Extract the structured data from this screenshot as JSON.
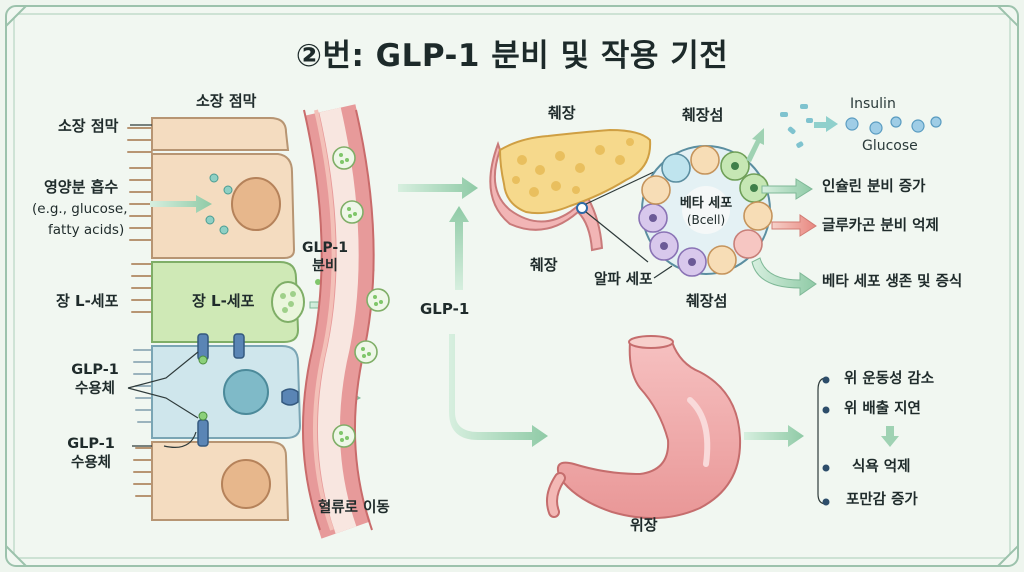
{
  "title": "②번: GLP-1 분비 및 작용 기전",
  "intestine": {
    "mucosa_left": "소장 점막",
    "mucosa_top": "소장 점막",
    "absorption": "영양분 흡수",
    "absorption_example_1": "(e.g., glucose,",
    "absorption_example_2": "fatty acids)",
    "lcell_left": "장 L-세포",
    "lcell_inner": "장 L-세포",
    "secretion_1": "GLP-1",
    "secretion_2": "분비",
    "receptor_a_1": "GLP-1",
    "receptor_a_2": "수용체",
    "receptor_b_1": "GLP-1",
    "receptor_b_2": "수용체",
    "blood_flow": "혈류로 이동"
  },
  "center": {
    "glp1": "GLP-1"
  },
  "pancreas": {
    "label_top": "췌장",
    "label_bottom": "췌장",
    "islet_top": "췌장섬",
    "islet_bottom": "췌장섬",
    "beta_cell_1": "베타 세포",
    "beta_cell_2": "(Bcell)",
    "alpha_cell": "알파 세포",
    "insulin": "Insulin",
    "glucose": "Glucose",
    "effects": [
      "인슐린 분비 증가",
      "글루카곤 분비 억제",
      "베타 세포 생존 및 증식"
    ]
  },
  "stomach": {
    "label": "위장",
    "effects": [
      "위 운동성 감소",
      "위 배출 지연",
      "식욕 억제",
      "포만감 증가"
    ]
  },
  "colors": {
    "background": "#eef5ee",
    "frame": "#9cc2ac",
    "enterocyte": "#f4dcc0",
    "l_cell": "#cfe9b6",
    "receptor_cell": "#cfe6ec",
    "vessel": "#e79a9a",
    "arrow": "#9fd2b3",
    "glucagon_arrow": "#ec9c96"
  }
}
